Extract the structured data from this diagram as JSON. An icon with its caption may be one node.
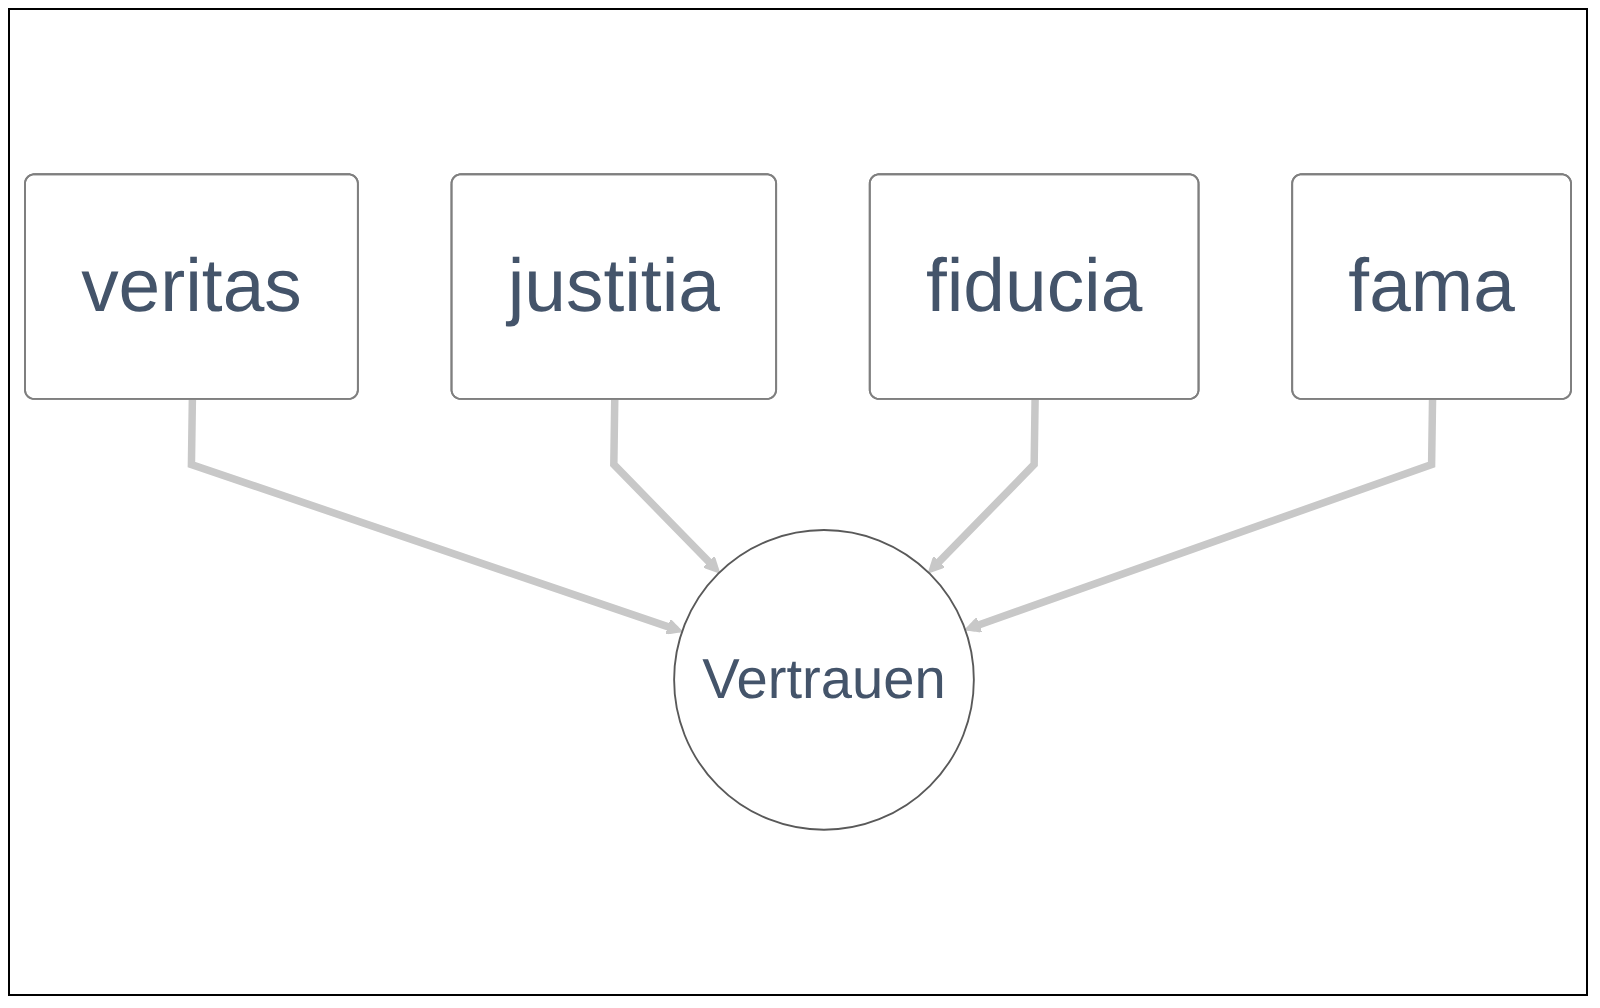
{
  "diagram": {
    "nodes": [
      {
        "text": [
          "veritas"
        ]
      },
      {
        "text": [
          "justitia"
        ]
      },
      {
        "text": [
          "fiducia"
        ]
      },
      {
        "text": [
          "Vertrauen"
        ]
      },
      {
        "text": [
          "fama"
        ]
      }
    ],
    "edges": [
      {
        "from": 0,
        "to": 3,
        "arrow": "to"
      },
      {
        "from": 1,
        "to": 3,
        "arrow": "to"
      },
      {
        "from": 2,
        "to": 3,
        "arrow": "to"
      },
      {
        "from": 4,
        "to": 3,
        "arrow": "to"
      }
    ]
  }
}
